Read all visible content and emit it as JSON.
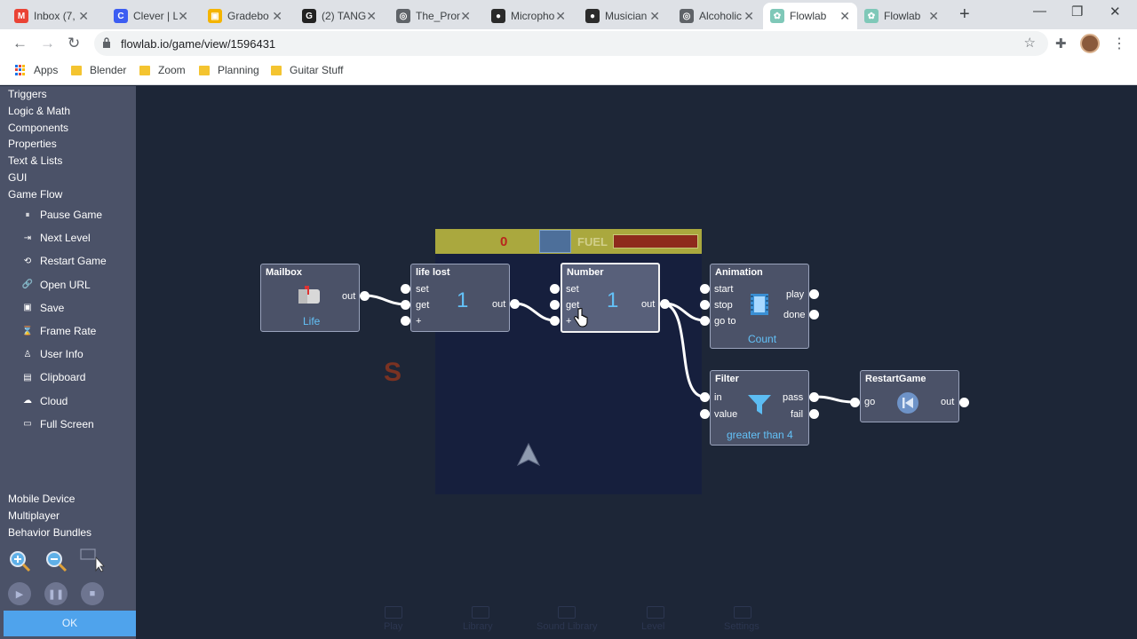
{
  "browser": {
    "tabs": [
      {
        "title": "Inbox (7,",
        "icon": "gmail-icon",
        "color": "#ea4335",
        "glyph": "M"
      },
      {
        "title": "Clever | L",
        "icon": "clever-icon",
        "color": "#3c5df2",
        "glyph": "C"
      },
      {
        "title": "Gradebo",
        "icon": "gradebook-icon",
        "color": "#f4b400",
        "glyph": "▣"
      },
      {
        "title": "(2) TANG",
        "icon": "tang-icon",
        "color": "#222222",
        "glyph": "G"
      },
      {
        "title": "The_Pron",
        "icon": "globe-icon",
        "color": "#5f6368",
        "glyph": "◎"
      },
      {
        "title": "Micropho",
        "icon": "mic-icon",
        "color": "#2b2b2b",
        "glyph": "●"
      },
      {
        "title": "Musician",
        "icon": "musician-icon",
        "color": "#2b2b2b",
        "glyph": "●"
      },
      {
        "title": "Alcoholic",
        "icon": "globe-icon",
        "color": "#5f6368",
        "glyph": "◎"
      },
      {
        "title": "Flowlab",
        "icon": "flowlab-icon",
        "color": "#7fc8b8",
        "glyph": "✿"
      },
      {
        "title": "Flowlab",
        "icon": "flowlab-icon",
        "color": "#7fc8b8",
        "glyph": "✿"
      }
    ],
    "url": "flowlab.io/game/view/1596431",
    "bookmarks": [
      "Apps",
      "Blender",
      "Zoom",
      "Planning",
      "Guitar Stuff"
    ]
  },
  "sidebar": {
    "categories_top": [
      "Triggers",
      "Logic & Math",
      "Components",
      "Properties",
      "Text & Lists",
      "GUI",
      "Game Flow"
    ],
    "game_flow_items": [
      {
        "label": "Pause Game",
        "icon": "pause-icon",
        "glyph": "⏸"
      },
      {
        "label": "Next Level",
        "icon": "next-level-icon",
        "glyph": "⇥"
      },
      {
        "label": "Restart Game",
        "icon": "restart-icon",
        "glyph": "⟲"
      },
      {
        "label": "Open URL",
        "icon": "link-icon",
        "glyph": "🔗"
      },
      {
        "label": "Save",
        "icon": "save-icon",
        "glyph": "▣"
      },
      {
        "label": "Frame Rate",
        "icon": "hourglass-icon",
        "glyph": "⌛"
      },
      {
        "label": "User Info",
        "icon": "user-icon",
        "glyph": "♙"
      },
      {
        "label": "Clipboard",
        "icon": "clipboard-icon",
        "glyph": "▤"
      },
      {
        "label": "Cloud",
        "icon": "cloud-icon",
        "glyph": "☁"
      },
      {
        "label": "Full Screen",
        "icon": "fullscreen-icon",
        "glyph": "▭"
      }
    ],
    "categories_bottom": [
      "Mobile Device",
      "Multiplayer",
      "Behavior Bundles"
    ],
    "ok_label": "OK"
  },
  "game_hud": {
    "count": "0",
    "fuel_label": "FUEL"
  },
  "nodes": {
    "mailbox": {
      "title": "Mailbox",
      "out": "out",
      "caption": "Life"
    },
    "life_lost": {
      "title": "life lost",
      "in1": "set",
      "in2": "get",
      "in3": "+",
      "value": "1",
      "out": "out"
    },
    "number": {
      "title": "Number",
      "in1": "set",
      "in2": "get",
      "in3": "+",
      "value": "1",
      "out": "out"
    },
    "animation": {
      "title": "Animation",
      "in1": "start",
      "in2": "stop",
      "in3": "go to",
      "out1": "play",
      "out2": "done",
      "caption": "Count"
    },
    "filter": {
      "title": "Filter",
      "in1": "in",
      "in2": "value",
      "out1": "pass",
      "out2": "fail",
      "caption": "greater than 4"
    },
    "restart": {
      "title": "RestartGame",
      "in1": "go",
      "out": "out"
    }
  },
  "ghost_toolbar": [
    "Play",
    "Library",
    "Sound Library",
    "Level",
    "Settings"
  ]
}
